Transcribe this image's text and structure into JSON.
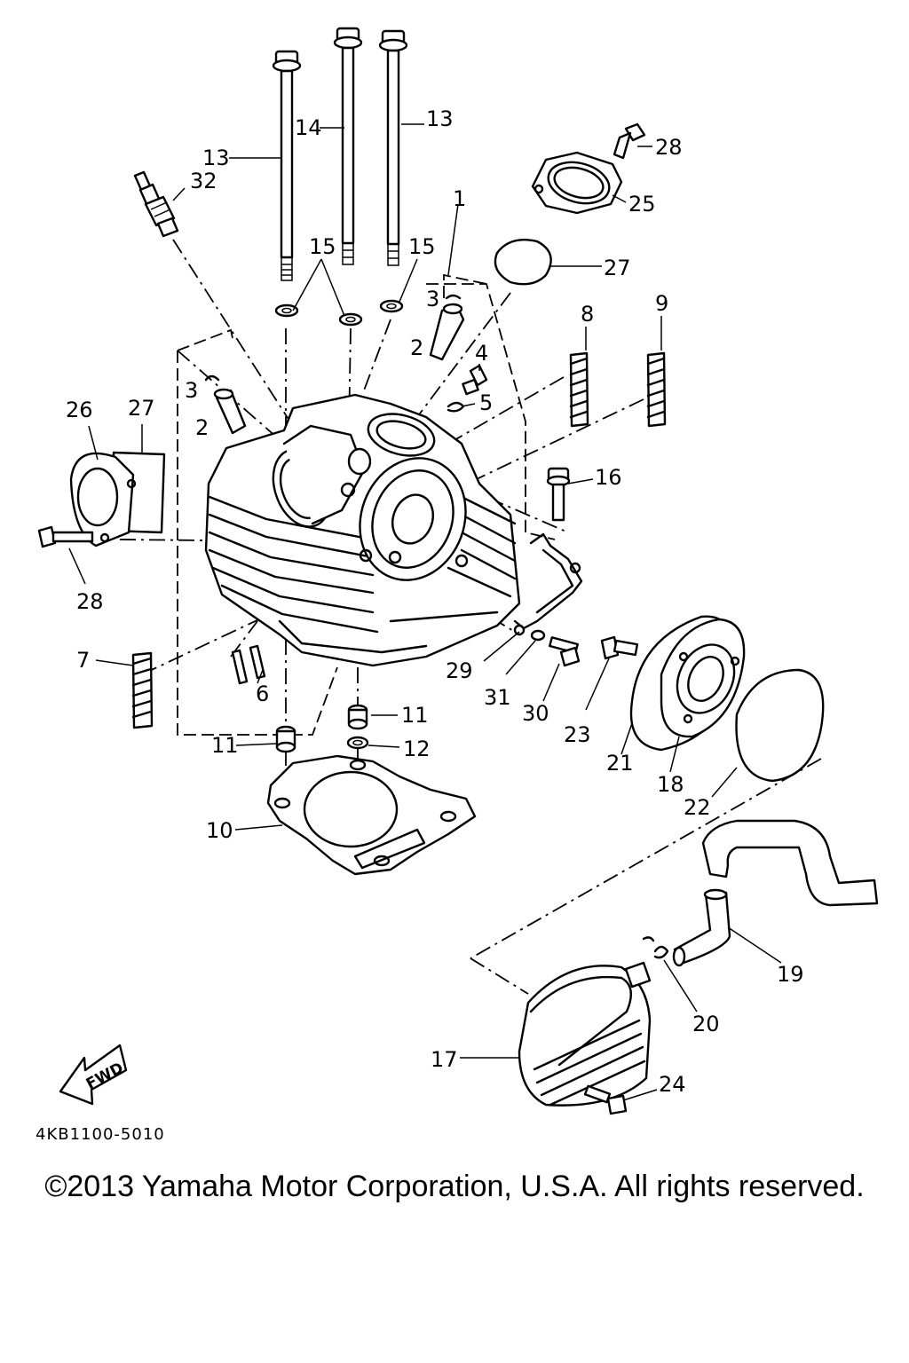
{
  "diagram_code": "4KB1100-5010",
  "fwd_label": "FWD",
  "copyright": "©2013 Yamaha Motor Corporation, U.S.A. All rights reserved.",
  "callouts": {
    "l13a": "13",
    "l13b": "13",
    "l14": "14",
    "l32": "32",
    "l15a": "15",
    "l15b": "15",
    "l1": "1",
    "l3a": "3",
    "l2a": "2",
    "l3b": "3",
    "l2b": "2",
    "l4": "4",
    "l5": "5",
    "l8": "8",
    "l9": "9",
    "l26": "26",
    "l27a": "27",
    "l27b": "27",
    "l28a": "28",
    "l28b": "28",
    "l25": "25",
    "l16": "16",
    "l7": "7",
    "l6": "6",
    "l11a": "11",
    "l11b": "11",
    "l12": "12",
    "l10": "10",
    "l29": "29",
    "l31": "31",
    "l30": "30",
    "l23": "23",
    "l21": "21",
    "l18": "18",
    "l22": "22",
    "l19": "19",
    "l20": "20",
    "l17": "17",
    "l24": "24"
  }
}
